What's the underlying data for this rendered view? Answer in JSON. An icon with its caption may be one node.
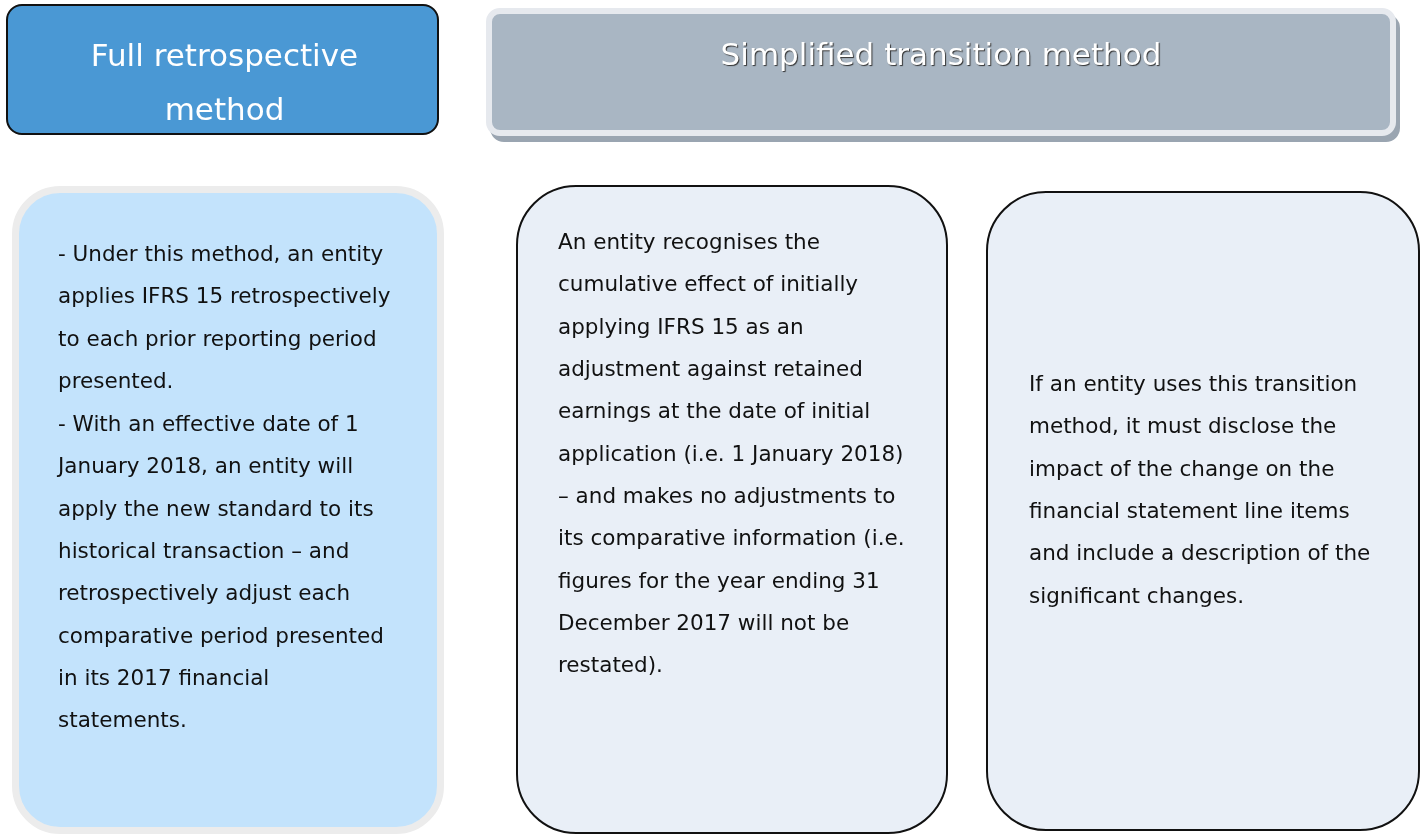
{
  "diagram": {
    "nodes": [
      {
        "text": [
          "Full retrospective method"
        ]
      },
      {
        "text": [
          "Simplified transition method"
        ]
      },
      {
        "text": [
          "- Under this method, an entity applies IFRS 15 retrospectively to each prior reporting period presented.",
          "- With an effective date of 1 January 2018, an entity will apply the new standard to its historical transaction – and retrospectively adjust each comparative period presented in its 2017 financial statements."
        ]
      },
      {
        "text": [
          "An entity recognises the cumulative effect of initially applying IFRS 15 as an adjustment against retained earnings at the date of initial application (i.e. 1 January 2018) – and makes no adjustments to its comparative information (i.e. figures for the year ending 31 December 2017 will not be restated)."
        ]
      },
      {
        "text": [
          "If an entity uses this transition method, it must disclose the impact of the change on the financial statement line items and include a description of the significant changes."
        ]
      }
    ]
  }
}
